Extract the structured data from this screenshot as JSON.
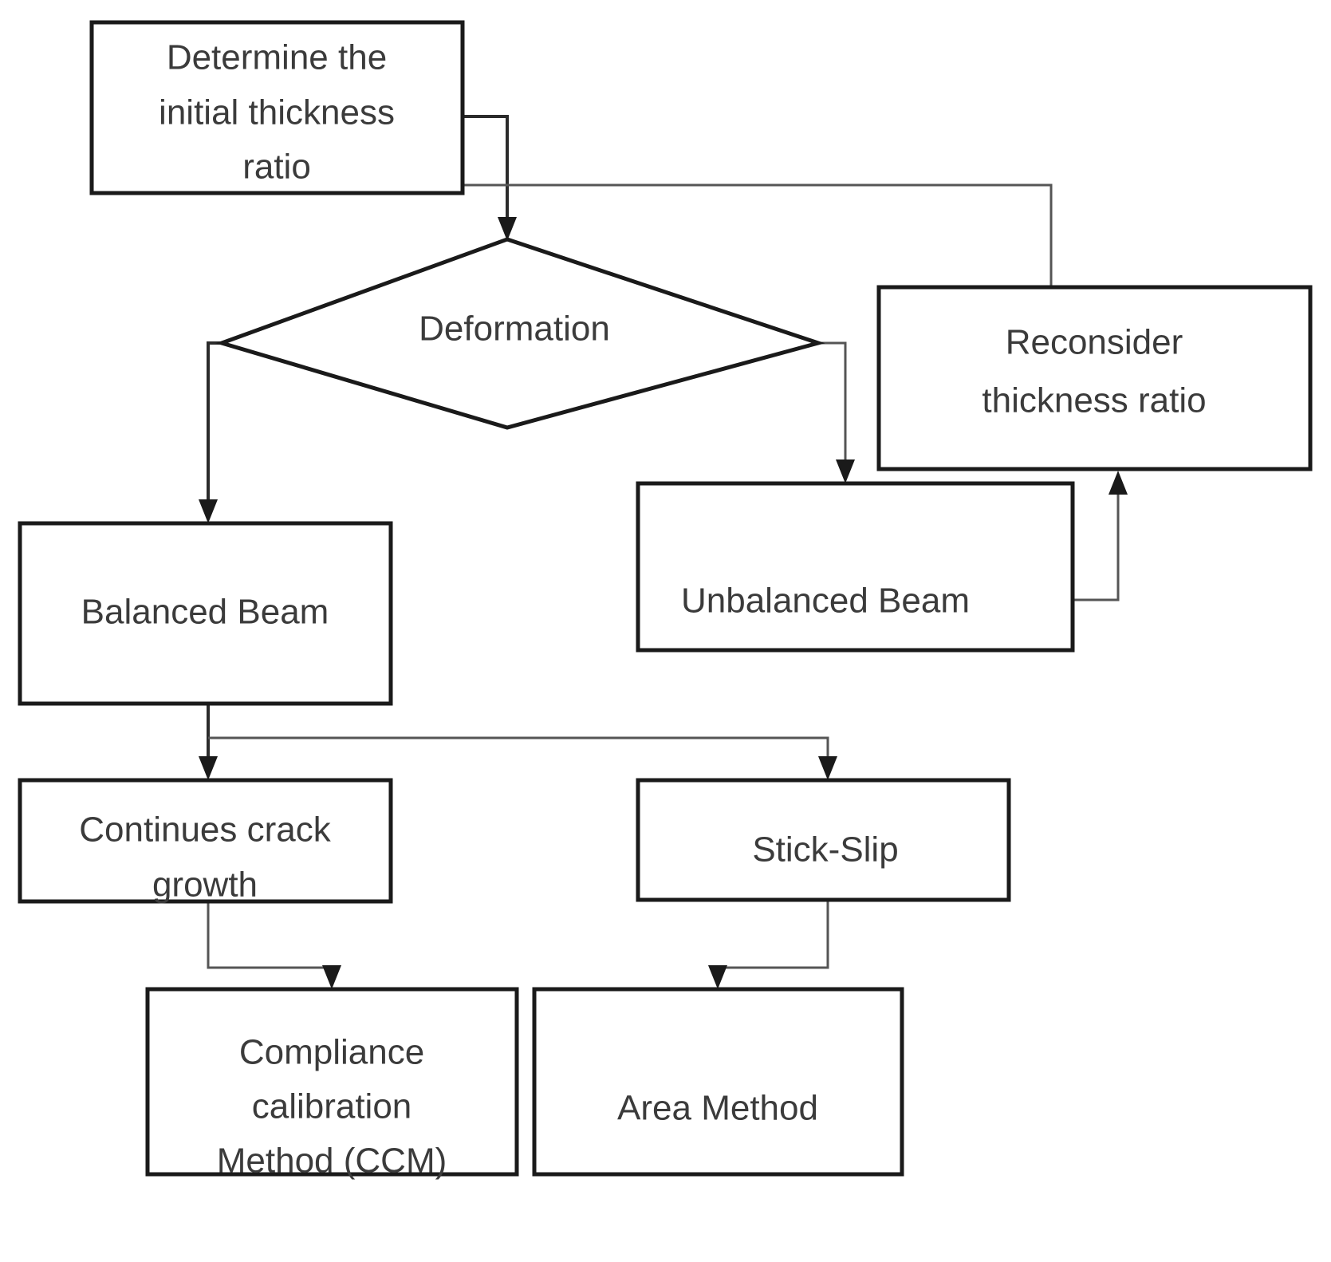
{
  "diagram": {
    "title": "Fracture toughness test method selection flowchart",
    "background_color": "#ffffff",
    "line_color": "#2b2b2b",
    "text_color": "#3b3b3b",
    "nodes": [
      {
        "id": "determine-initial-thickness-ratio",
        "shape": "rectangle",
        "lines": [
          "Determine the",
          "initial thickness",
          "ratio"
        ]
      },
      {
        "id": "deformation",
        "shape": "diamond",
        "lines": [
          "Deformation"
        ]
      },
      {
        "id": "reconsider-thickness-ratio",
        "shape": "rectangle",
        "lines": [
          "Reconsider",
          "thickness ratio"
        ]
      },
      {
        "id": "balanced-beam",
        "shape": "rectangle",
        "lines": [
          "Balanced Beam"
        ]
      },
      {
        "id": "unbalanced-beam",
        "shape": "rectangle",
        "lines": [
          "Unbalanced Beam"
        ]
      },
      {
        "id": "continues-crack-growth",
        "shape": "rectangle",
        "lines": [
          "Continues crack",
          "growth"
        ]
      },
      {
        "id": "stick-slip",
        "shape": "rectangle",
        "lines": [
          "Stick-Slip"
        ]
      },
      {
        "id": "compliance-calibration-method",
        "shape": "rectangle",
        "lines": [
          "Compliance",
          "calibration",
          "Method (CCM)"
        ]
      },
      {
        "id": "area-method",
        "shape": "rectangle",
        "lines": [
          "Area Method"
        ]
      }
    ],
    "edges": [
      {
        "id": "determine-to-deformation",
        "from": "determine-initial-thickness-ratio",
        "to": "deformation",
        "label": ""
      },
      {
        "id": "determine-to-reconsider",
        "from": "determine-initial-thickness-ratio",
        "to": "reconsider-thickness-ratio",
        "label": ""
      },
      {
        "id": "deformation-to-balanced",
        "from": "deformation",
        "to": "balanced-beam",
        "label": ""
      },
      {
        "id": "deformation-to-unbalanced",
        "from": "deformation",
        "to": "unbalanced-beam",
        "label": ""
      },
      {
        "id": "unbalanced-to-reconsider",
        "from": "unbalanced-beam",
        "to": "reconsider-thickness-ratio",
        "label": ""
      },
      {
        "id": "balanced-to-continues",
        "from": "balanced-beam",
        "to": "continues-crack-growth",
        "label": ""
      },
      {
        "id": "balanced-to-stickslip",
        "from": "balanced-beam",
        "to": "stick-slip",
        "label": ""
      },
      {
        "id": "continues-to-ccm",
        "from": "continues-crack-growth",
        "to": "compliance-calibration-method",
        "label": ""
      },
      {
        "id": "stickslip-to-area",
        "from": "stick-slip",
        "to": "area-method",
        "label": ""
      }
    ]
  },
  "labels": {
    "determine_line1": "Determine the",
    "determine_line2": "initial thickness",
    "determine_line3": "ratio",
    "deformation": "Deformation",
    "reconsider_line1": "Reconsider",
    "reconsider_line2": "thickness ratio",
    "balanced_beam": "Balanced Beam",
    "unbalanced_beam": "Unbalanced Beam",
    "continues_line1": "Continues crack",
    "continues_line2": "growth",
    "stick_slip": "Stick-Slip",
    "ccm_line1": "Compliance",
    "ccm_line2": "calibration",
    "ccm_line3": "Method (CCM)",
    "area_method": "Area Method"
  }
}
